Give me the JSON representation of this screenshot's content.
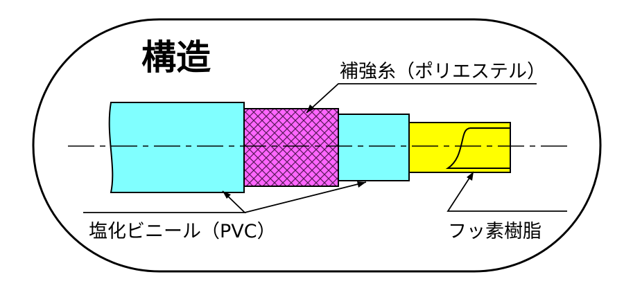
{
  "title": "構造",
  "labels": {
    "reinforcement": "補強糸（ポリエステル）",
    "pvc": "塩化ビニール（PVC）",
    "fluororesin": "フッ素樹脂"
  },
  "colors": {
    "pvc": "#80ffff",
    "mesh_fill": "#ff66ff",
    "mesh_line": "#5a1a5a",
    "fluororesin": "#ffff00",
    "outline": "#000000"
  }
}
